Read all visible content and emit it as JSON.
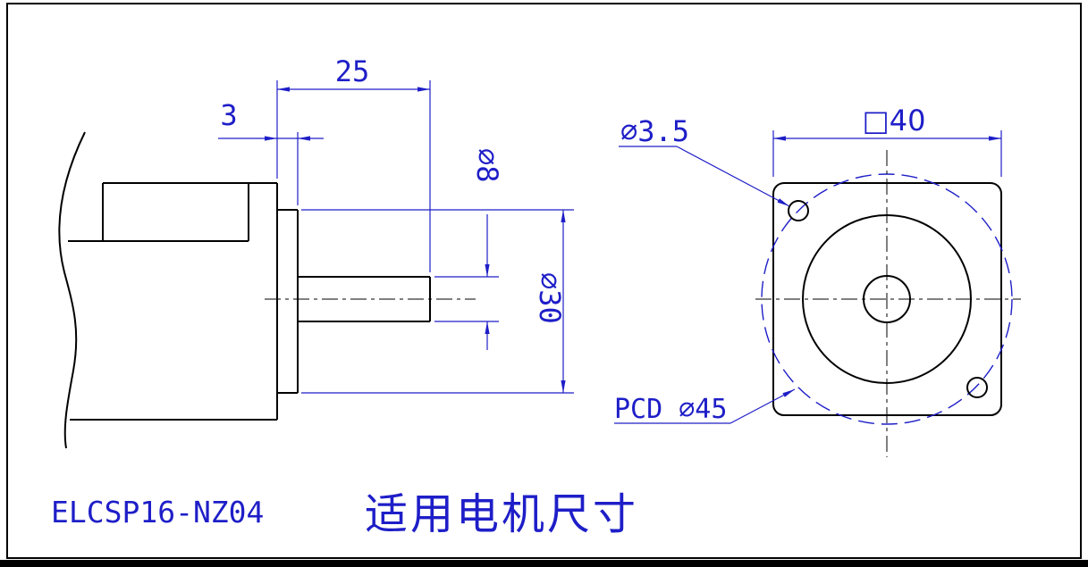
{
  "page": {
    "background": "#ffffff",
    "model_label": "ELCSP16-NZ04",
    "title": "适用电机尺寸"
  },
  "colors": {
    "outline": "#000000",
    "dimension_blue": "#1e1ec8"
  },
  "side_view": {
    "dims": {
      "shaft_length": "25",
      "flange_thickness": "3",
      "shaft_diameter": "∅8",
      "pilot_diameter": "∅30"
    }
  },
  "front_view": {
    "dims": {
      "mounting_hole_diameter": "∅3.5",
      "frame_size": "□40",
      "pitch_circle_diameter": "PCD ∅45"
    }
  }
}
